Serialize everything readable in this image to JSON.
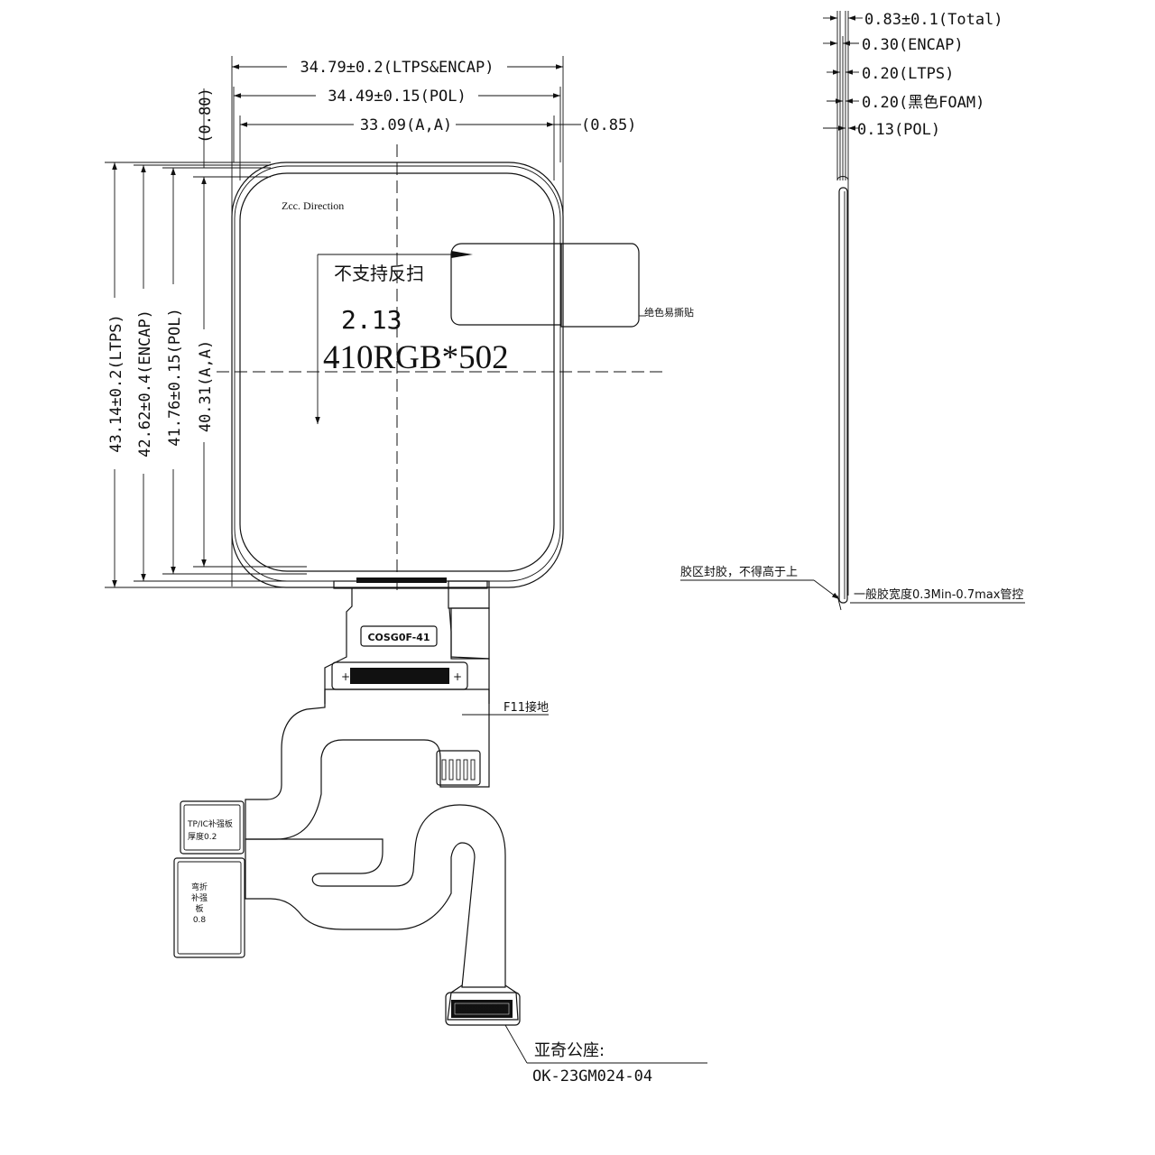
{
  "dimensions": {
    "width_ltps_encap": "34.79±0.2(LTPS&ENCAP)",
    "width_pol": "34.49±0.15(POL)",
    "width_aa": "33.09(A,A)",
    "width_offset": "(0.85)",
    "height_ltps": "43.14±0.2(LTPS)",
    "height_encap": "42.62±0.4(ENCAP)",
    "height_pol": "41.76±0.15(POL)",
    "height_aa": "40.31(A,A)",
    "height_offset": "(0.80)"
  },
  "panel": {
    "direction_label": "Zcc. Direction",
    "scan_note": "不支持反扫",
    "size": "2.13",
    "resolution": "410RGB*502",
    "tape_label": "绝色易撕贴"
  },
  "fpc": {
    "ic_label": "COSG0F-41",
    "ground_label": "F11接地",
    "stiffener_tp_ic_line1": "TP/IC补强板",
    "stiffener_tp_ic_line2": "厚度0.2",
    "bend_stiffener_line1": "弯折",
    "bend_stiffener_line2": "补强",
    "bend_stiffener_line3": "板",
    "bend_stiffener_line4": "0.8",
    "connector_label": "亚奇公座:",
    "connector_part": "OK-23GM024-04"
  },
  "side_view": {
    "total": "0.83±0.1(Total)",
    "encap": "0.30(ENCAP)",
    "ltps": "0.20(LTPS)",
    "foam": "0.20(黑色FOAM)",
    "pol": "0.13(POL)",
    "glue_note": "胶区封胶，不得高于上",
    "glue_width": "一般胶宽度0.3Min-0.7max管控"
  }
}
